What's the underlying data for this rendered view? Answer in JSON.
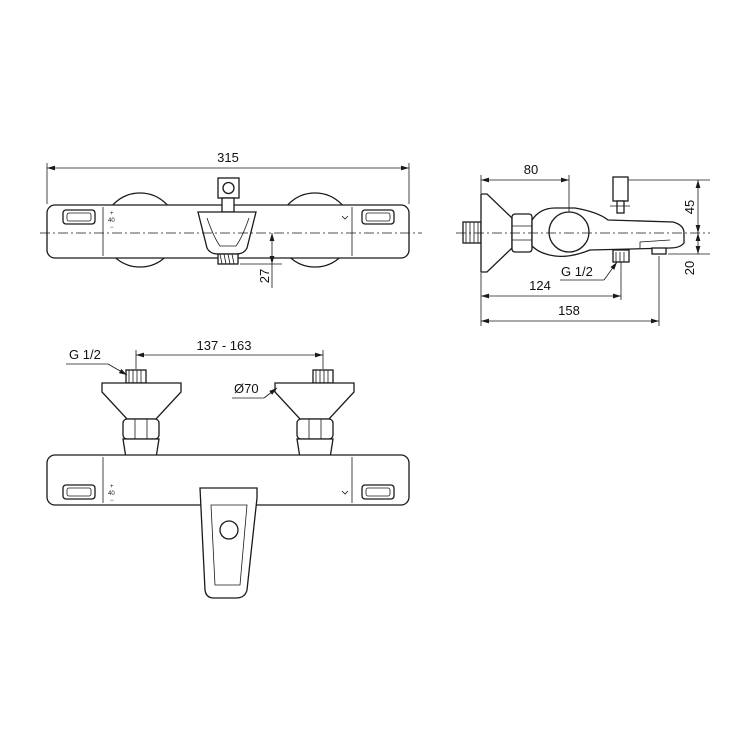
{
  "dimensions": {
    "overall_width": "315",
    "outlet_height": "27",
    "depth_outlet": "80",
    "handle_height": "45",
    "spout_height": "20",
    "outlet_connection": "G 1/2",
    "outlet_depth": "124",
    "total_depth": "158",
    "inlet_connection": "G 1/2",
    "inlet_spacing": "137 - 163",
    "escutcheon_diameter": "Ø70"
  },
  "temperature_scale": {
    "plus": "+",
    "value": "40",
    "minus": "−"
  }
}
